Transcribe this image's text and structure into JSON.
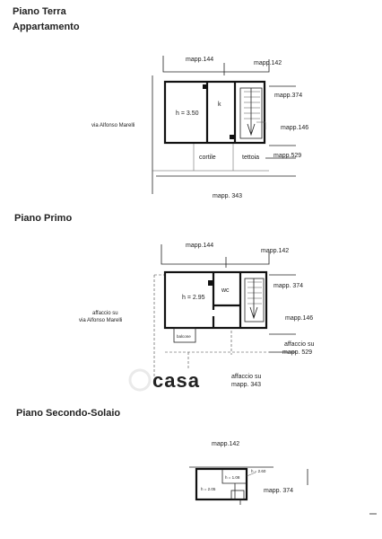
{
  "sections": {
    "ground_title": "Piano Terra",
    "ground_subtitle": "Appartamento",
    "first_title": "Piano Primo",
    "second_title": "Piano Secondo-Solaio"
  },
  "ground": {
    "mapp_144": "mapp.144",
    "mapp_142": "mapp.142",
    "mapp_374": "mapp.374",
    "mapp_146": "mapp.146",
    "mapp_529": "mapp.529",
    "mapp_343": "mapp. 343",
    "street": "via Alfonso Marelli",
    "height": "h = 3.50",
    "room_k": "k",
    "cortile": "cortile",
    "tettoia": "tettoia"
  },
  "first": {
    "mapp_144": "mapp.144",
    "mapp_142": "mapp.142",
    "mapp_374": "mapp. 374",
    "mapp_146": "mapp.146",
    "affaccio_street_1": "affaccio su",
    "affaccio_street_2": "via Alfonso Marelli",
    "height": "h = 2.95",
    "room_wc": "wc",
    "balcone": "balcone",
    "affaccio_529_1": "affaccio su",
    "affaccio_529_2": "mapp. 529",
    "affaccio_343_1": "affaccio su",
    "affaccio_343_2": "mapp. 343"
  },
  "second": {
    "mapp_142": "mapp.142",
    "mapp_374": "mapp. 374",
    "h_left": "h = 2.05",
    "h_mid": "h = 1.08",
    "h_right": "h = 2.60"
  },
  "watermark": "casa"
}
